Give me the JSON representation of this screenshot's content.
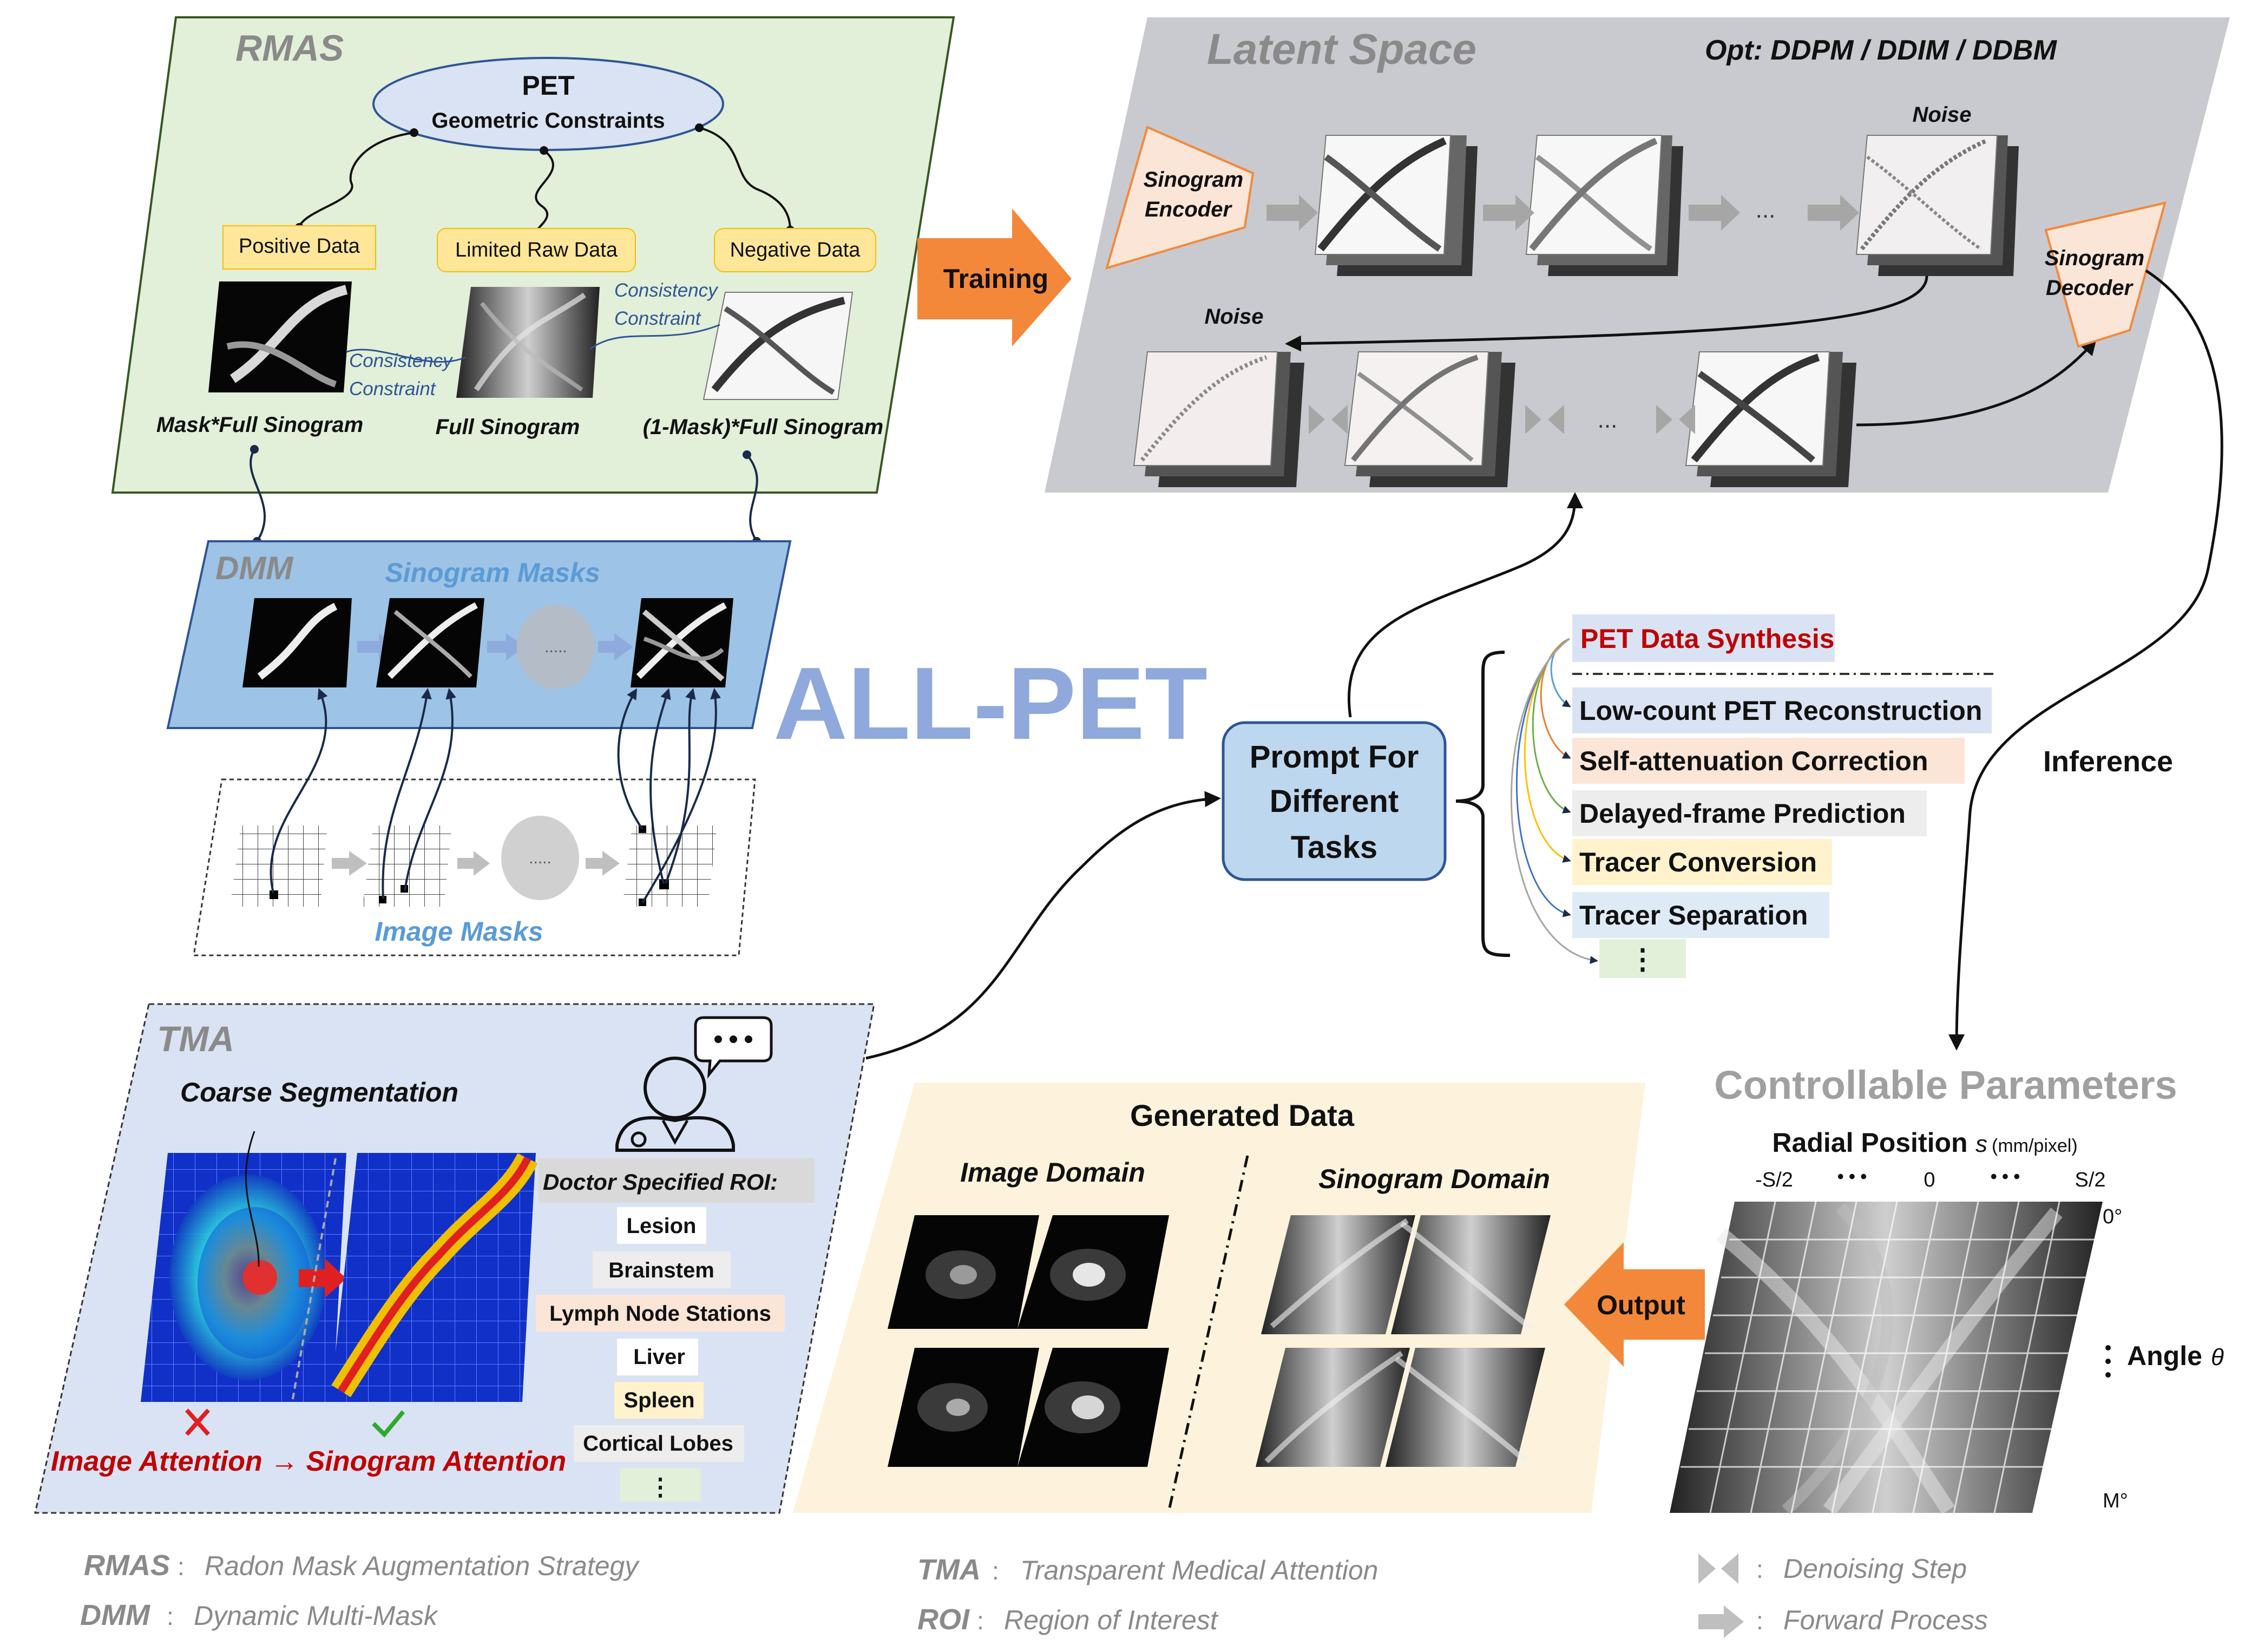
{
  "rmas": {
    "title": "RMAS",
    "pet_title": "PET",
    "pet_subtitle": "Geometric Constraints",
    "positive_data": "Positive Data",
    "limited_raw_data": "Limited Raw Data",
    "negative_data": "Negative Data",
    "consistency_line1": "Consistency",
    "consistency_line2": "Constraint",
    "caption_masked": "Mask*Full Sinogram",
    "caption_full": "Full Sinogram",
    "caption_inverse": "(1-Mask)*Full Sinogram"
  },
  "dmm": {
    "title": "DMM",
    "sinogram_masks": "Sinogram Masks",
    "image_masks": "Image Masks",
    "ellipsis": "....."
  },
  "main_title": "ALL-PET",
  "training_label": "Training",
  "latent": {
    "title": "Latent Space",
    "opt": "Opt:  DDPM / DDIM / DDBM",
    "noise_top": "Noise",
    "noise_bottom": "Noise",
    "encoder_line1": "Sinogram",
    "encoder_line2": "Encoder",
    "decoder_line1": "Sinogram",
    "decoder_line2": "Decoder",
    "ellipsis": "..."
  },
  "prompt": {
    "line1": "Prompt For",
    "line2": "Different",
    "line3": "Tasks"
  },
  "tasks": {
    "synthesis": "PET Data Synthesis",
    "items": [
      "Low-count PET Reconstruction",
      "Self-attenuation Correction",
      "Delayed-frame Prediction",
      "Tracer Conversion",
      "Tracer Separation"
    ],
    "more": "⋮"
  },
  "inference_label": "Inference",
  "tma": {
    "title": "TMA",
    "coarse": "Coarse Segmentation",
    "attention": "Image Attention → Sinogram Attention",
    "roi_header": "Doctor Specified ROI:",
    "roi_items": [
      "Lesion",
      "Brainstem",
      "Lymph Node Stations",
      "Liver",
      "Spleen",
      "Cortical Lobes"
    ],
    "more": "⋮"
  },
  "generated": {
    "title": "Generated Data",
    "image_domain": "Image Domain",
    "sinogram_domain": "Sinogram Domain"
  },
  "output_label": "Output",
  "controllable": {
    "title": "Controllable Parameters",
    "radial": "Radial Position",
    "radial_unit_symbol": "s",
    "radial_unit": "(mm/pixel)",
    "ticks": [
      "-S/2",
      "• • •",
      "0",
      "• • •",
      "S/2"
    ],
    "angle_top": "0°",
    "angle_label": "Angle",
    "angle_symbol": "θ",
    "angle_bottom": "M°"
  },
  "legend": {
    "rmas_abbr": "RMAS",
    "rmas_full": "Radon Mask Augmentation Strategy",
    "dmm_abbr": "DMM",
    "dmm_full": "Dynamic Multi-Mask",
    "tma_abbr": "TMA",
    "tma_full": "Transparent Medical Attention",
    "roi_abbr": "ROI",
    "roi_full": "Region of Interest",
    "sep": ":",
    "denoising": "Denoising Step",
    "forward": "Forward Process"
  },
  "colors": {
    "rmas_bg": "#e2efd9",
    "dmm_bg": "#9dc3e6",
    "latent_bg": "#c8cacf",
    "tma_bg": "#dae3f3",
    "generated_bg": "#fdf3dc",
    "orange": "#f4883a",
    "prompt_bg": "#bdd7ee",
    "synthesis_text": "#c00000"
  }
}
